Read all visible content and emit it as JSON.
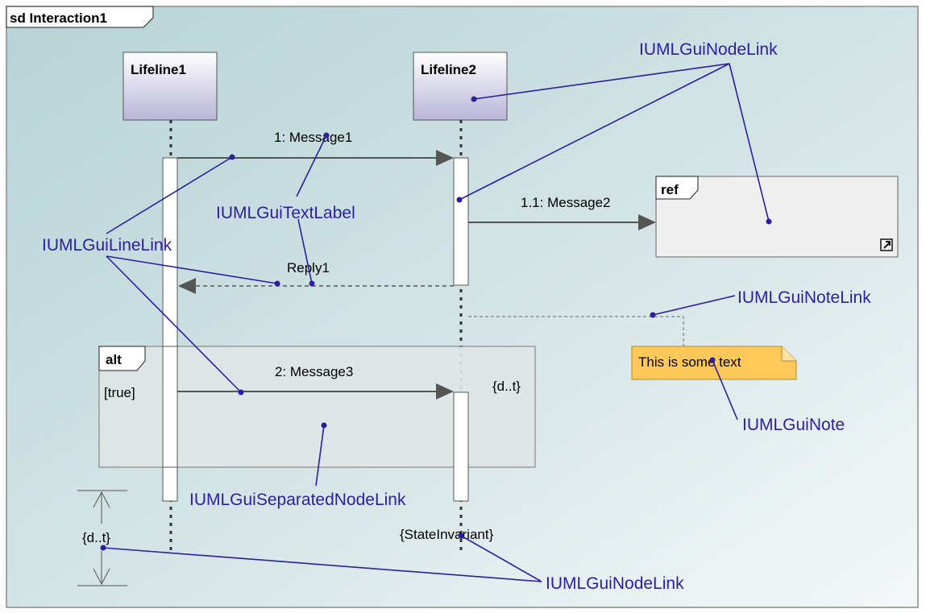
{
  "frame": {
    "title": "sd Interaction1"
  },
  "lifelines": [
    {
      "name": "Lifeline1"
    },
    {
      "name": "Lifeline2"
    }
  ],
  "messages": [
    {
      "label": "1: Message1"
    },
    {
      "label": "1.1: Message2"
    },
    {
      "label": "Reply1"
    },
    {
      "label": "2: Message3"
    }
  ],
  "ref_fragment": {
    "keyword": "ref"
  },
  "alt_fragment": {
    "keyword": "alt",
    "guard": "[true]",
    "constraint": "{d..t}"
  },
  "note": {
    "text": "This is some text"
  },
  "duration_constraint": {
    "text": "{d..t}"
  },
  "state_invariant": {
    "text": "{StateInvariant}"
  },
  "annotations": {
    "node_link_top": "IUMLGuiNodeLink",
    "text_label": "IUMLGuiTextLabel",
    "line_link": "IUMLGuiLineLink",
    "note_link": "IUMLGuiNoteLink",
    "note": "IUMLGuiNote",
    "separated_node_link": "IUMLGuiSeparatedNodeLink",
    "node_link_bottom": "IUMLGuiNodeLink"
  },
  "colors": {
    "annotation": "#2b1fa0",
    "note_fill": "#ffc95a",
    "fragment_fill": "#dfe6e7",
    "ref_fill": "#efefef"
  }
}
